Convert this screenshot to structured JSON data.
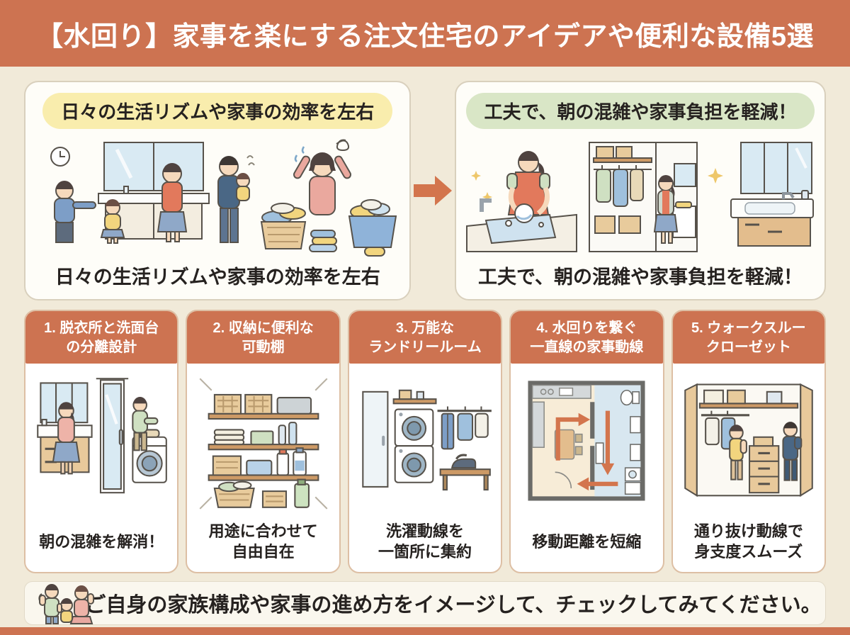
{
  "header": {
    "title": "【水回り】家事を楽にする注文住宅のアイデアや便利な設備5選"
  },
  "before_after": {
    "before": {
      "badge": "日々の生活リズムや家事の効率を左右",
      "caption": "日々の生活リズムや家事の効率を左右"
    },
    "after": {
      "badge": "工夫で、朝の混雑や家事負担を軽減！",
      "caption": "工夫で、朝の混雑や家事負担を軽減！"
    }
  },
  "cards": [
    {
      "title_line1": "1. 脱衣所と洗面台",
      "title_line2": "の分離設計",
      "caption_line1": "朝の混雑を解消！",
      "caption_line2": ""
    },
    {
      "title_line1": "2. 収納に便利な",
      "title_line2": "可動棚",
      "caption_line1": "用途に合わせて",
      "caption_line2": "自由自在"
    },
    {
      "title_line1": "3. 万能な",
      "title_line2": "ランドリールーム",
      "caption_line1": "洗濯動線を",
      "caption_line2": "一箇所に集約"
    },
    {
      "title_line1": "4. 水回りを繋ぐ",
      "title_line2": "一直線の家事動線",
      "caption_line1": "移動距離を短縮",
      "caption_line2": ""
    },
    {
      "title_line1": "5. ウォークスルー",
      "title_line2": "クローゼット",
      "caption_line1": "通り抜け動線で",
      "caption_line2": "身支度スムーズ"
    }
  ],
  "footer": {
    "text": "ご自身の家族構成や家事の進め方をイメージして、チェックしてみてください。"
  },
  "icons": {
    "arrow_icon": "→",
    "check_icon": "✓",
    "family_icon": "family"
  },
  "colors": {
    "accent_orange": "#cd7351",
    "arrow_orange": "#d3754d",
    "background_cream": "#f1ead9",
    "badge_yellow": "#f9edad",
    "badge_green": "#d9e6c6",
    "panel_white": "#fefdf8",
    "card_border": "#ddbfa4",
    "text_dark": "#262220"
  }
}
